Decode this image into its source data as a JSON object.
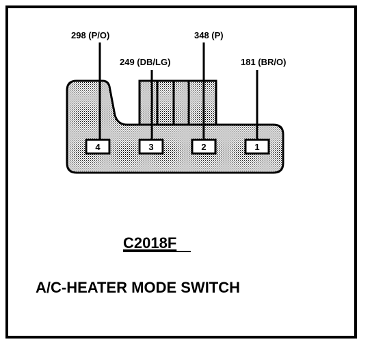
{
  "diagram": {
    "connector_id": "C2018F",
    "component_name": "A/C-HEATER MODE SWITCH",
    "pins": [
      {
        "pin": "4",
        "wire": "298 (P/O)"
      },
      {
        "pin": "3",
        "wire": "249 (DB/LG)"
      },
      {
        "pin": "2",
        "wire": "348 (P)"
      },
      {
        "pin": "1",
        "wire": "181 (BR/O)"
      }
    ],
    "colors": {
      "stroke": "#000000",
      "connector_fill": "#bdbdbd",
      "background": "#ffffff"
    }
  }
}
